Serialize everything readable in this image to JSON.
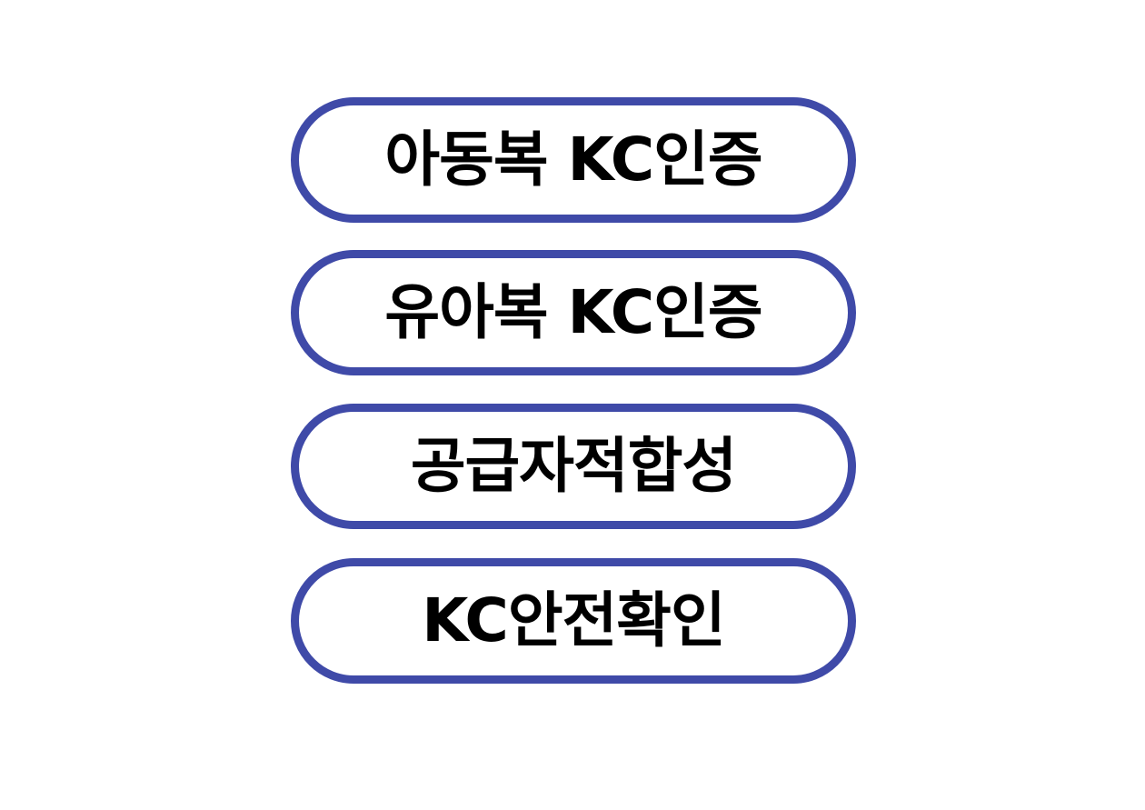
{
  "buttons": [
    {
      "label": "아동복 KC인증"
    },
    {
      "label": "유아복 KC인증"
    },
    {
      "label": "공급자적합성"
    },
    {
      "label": "KC안전확인"
    }
  ],
  "colors": {
    "border": "#3f4aa8",
    "background": "#ffffff",
    "text": "#000000"
  }
}
